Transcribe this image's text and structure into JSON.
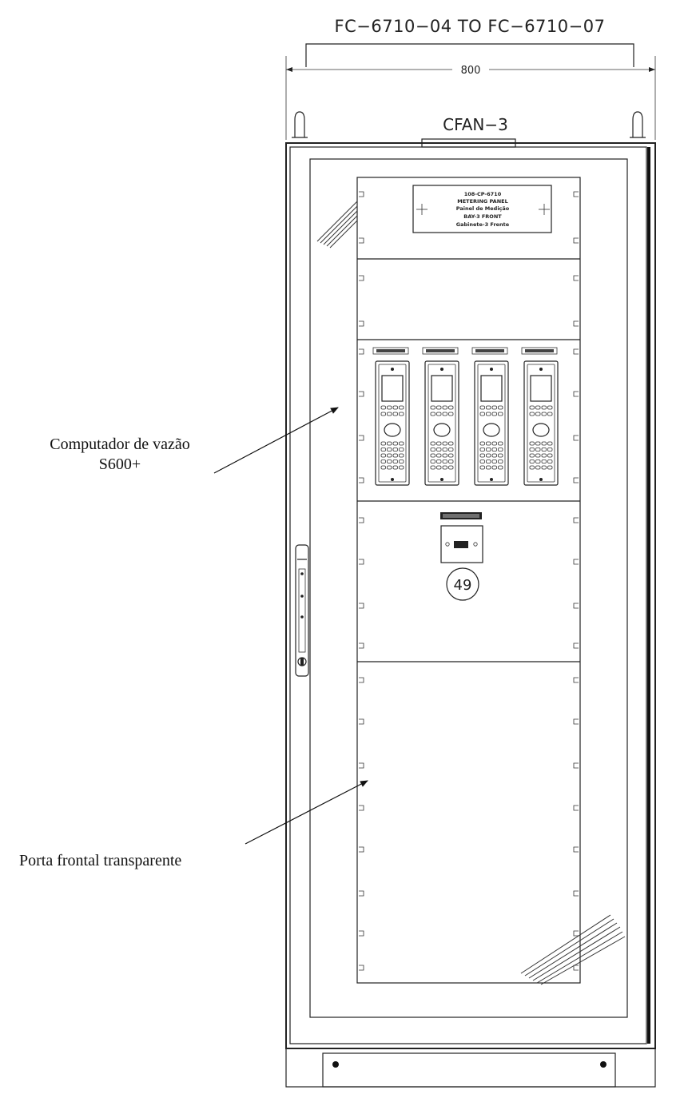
{
  "header": {
    "range_label": "FC−6710−04 TO FC−6710−07",
    "width_dimension": "800",
    "fan_label": "CFAN−3"
  },
  "nameplate": {
    "lines": [
      "108-CP-6710",
      "METERING PANEL",
      "Painel de Medição",
      "BAY-3  FRONT",
      "Gabinete-3 Frente"
    ]
  },
  "device_tag": "49",
  "annotations": {
    "flow_computer_line1": "Computador de vazão",
    "flow_computer_line2": "S600+",
    "front_door": "Porta frontal transparente"
  },
  "flow_computers": {
    "count": 4
  }
}
